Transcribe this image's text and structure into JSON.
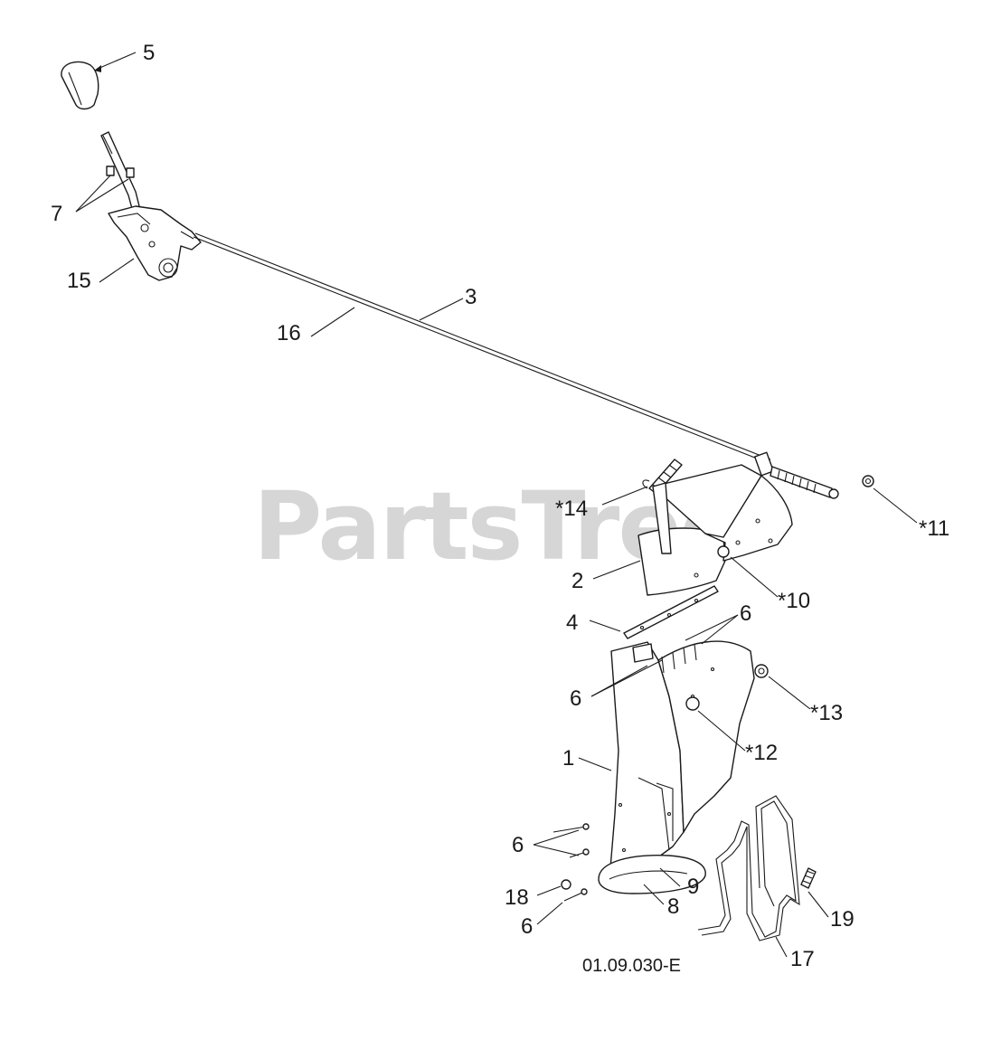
{
  "watermark": "PartsTree",
  "diagram_code": "01.09.030-E",
  "callouts": {
    "c1": "1",
    "c2": "2",
    "c3": "3",
    "c4": "4",
    "c5": "5",
    "c6a": "6",
    "c6b": "6",
    "c6c": "6",
    "c6d": "6",
    "c7": "7",
    "c8": "8",
    "c9": "9",
    "c10": "*10",
    "c11": "*11",
    "c12": "*12",
    "c13": "*13",
    "c14": "*14",
    "c15": "15",
    "c16": "16",
    "c17": "17",
    "c18": "18",
    "c19": "19"
  }
}
